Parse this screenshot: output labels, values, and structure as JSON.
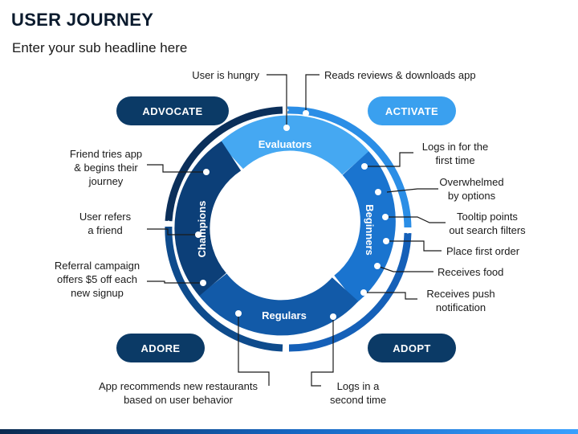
{
  "header": {
    "title": "USER JOURNEY",
    "subtitle": "Enter your sub headline here"
  },
  "stages": {
    "advocate": "ADVOCATE",
    "activate": "ACTIVATE",
    "adore": "ADORE",
    "adopt": "ADOPT"
  },
  "segments": {
    "evaluators": "Evaluators",
    "beginners": "Beginners",
    "regulars": "Regulars",
    "champions": "Champions"
  },
  "labels": {
    "user_is_hungry": "User is hungry",
    "reads_reviews": "Reads reviews & downloads app",
    "logs_in_first": [
      "Logs in for the",
      "first time"
    ],
    "overwhelmed": [
      "Overwhelmed",
      "by options"
    ],
    "tooltip": [
      "Tooltip points",
      "out search filters"
    ],
    "place_order": "Place first order",
    "receives_food": "Receives food",
    "receives_push": [
      "Receives push",
      "notification"
    ],
    "logs_in_second": [
      "Logs in a",
      "second time"
    ],
    "app_recommends": [
      "App recommends new restaurants",
      "based on user behavior"
    ],
    "referral": [
      "Referral campaign",
      "offers $5 off each",
      "new signup"
    ],
    "user_refers": [
      "User refers",
      "a friend"
    ],
    "friend_tries": [
      "Friend tries app",
      "& begins their",
      "journey"
    ]
  },
  "colors": {
    "navy": "#0b3a66",
    "dark_navy": "#0a2a4f",
    "blue": "#1565c0",
    "light_blue": "#3aa0ef",
    "mid_blue": "#1f7fd6",
    "connector": "#1a1a1a"
  }
}
